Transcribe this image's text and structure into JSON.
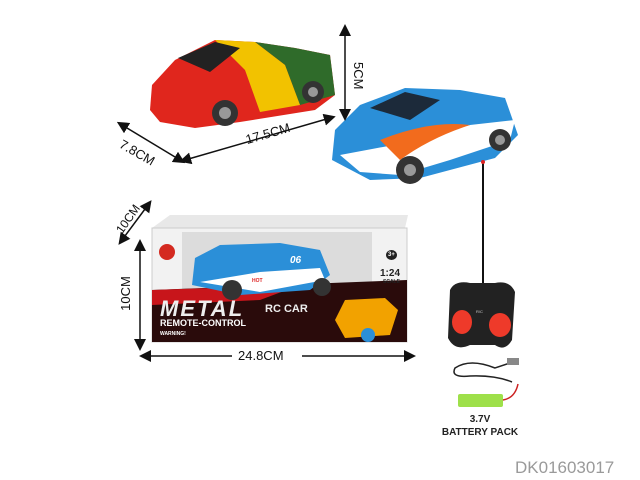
{
  "dimensions": {
    "car_height": "5CM",
    "car_width": "7.8CM",
    "car_length": "17.5CM",
    "box_depth": "10CM",
    "box_height": "10CM",
    "box_length": "24.8CM"
  },
  "packaging": {
    "title": "METAL",
    "subtitle": "RC CAR",
    "tagline": "REMOTE-CONTROL",
    "scale": "1:24",
    "scale_label": "SCALE",
    "age": "3+",
    "warning": "WARNING!",
    "car_number": "06",
    "car_badge": "HOT"
  },
  "accessories": {
    "battery_voltage": "3.7V",
    "battery_label": "BATTERY PACK",
    "remote_badge": "R/C"
  },
  "product_code": "DK01603017",
  "colors": {
    "red": "#e0261d",
    "blue": "#2b8fd8",
    "green": "#2f6b2a",
    "yellow": "#f2c200"
  }
}
